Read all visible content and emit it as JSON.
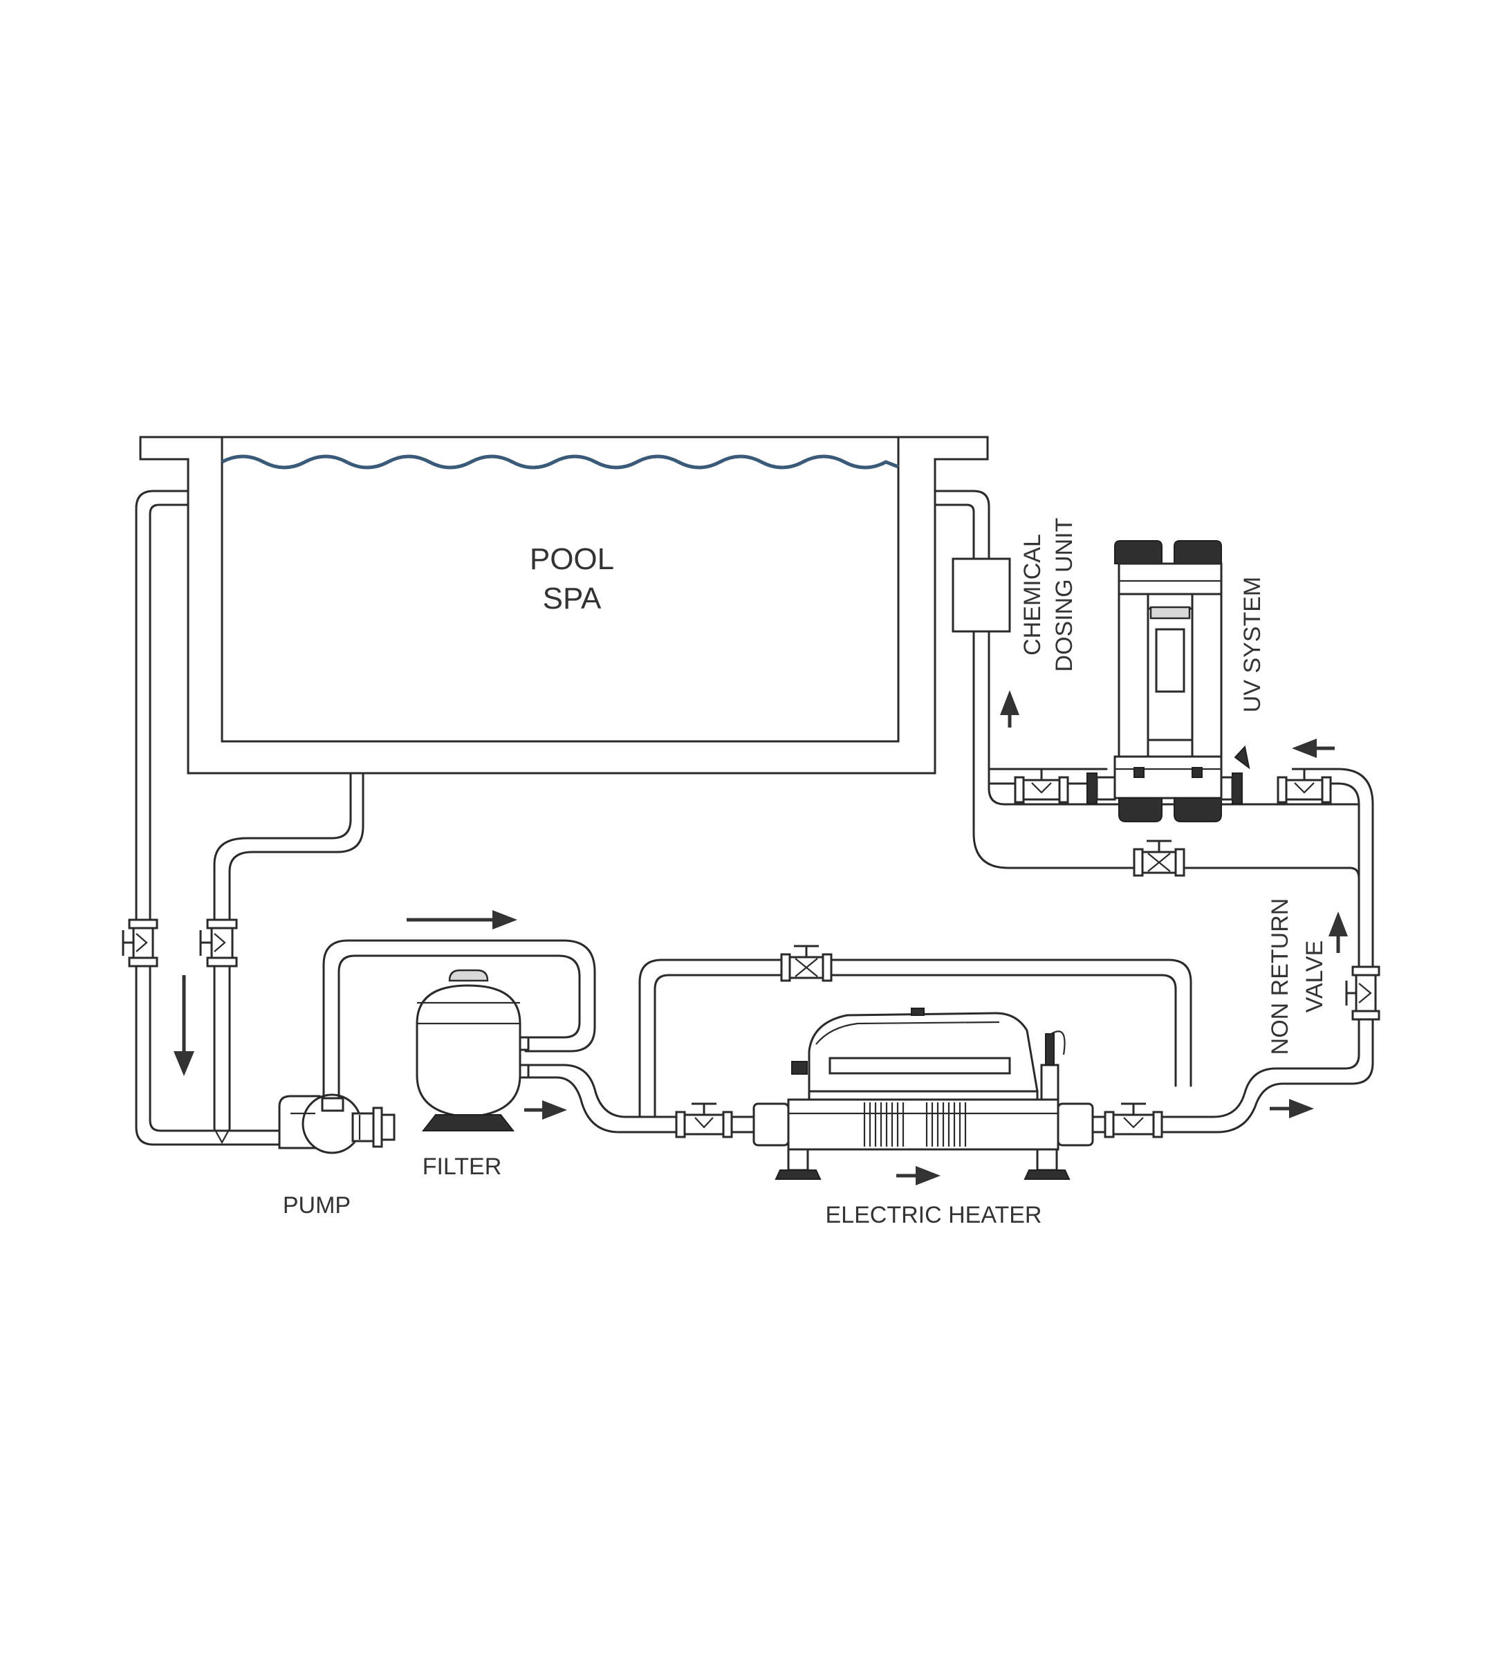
{
  "labels": {
    "pool": "POOL",
    "spa": "SPA",
    "chemical": "CHEMICAL",
    "dosing_unit": "DOSING UNIT",
    "uv_system": "UV SYSTEM",
    "non_return": "NON RETURN",
    "valve": "VALVE",
    "pump": "PUMP",
    "filter": "FILTER",
    "electric_heater": "ELECTRIC HEATER"
  },
  "colors": {
    "line": "#2a2a2a",
    "water": "#3a5a7a",
    "text": "#333333"
  }
}
